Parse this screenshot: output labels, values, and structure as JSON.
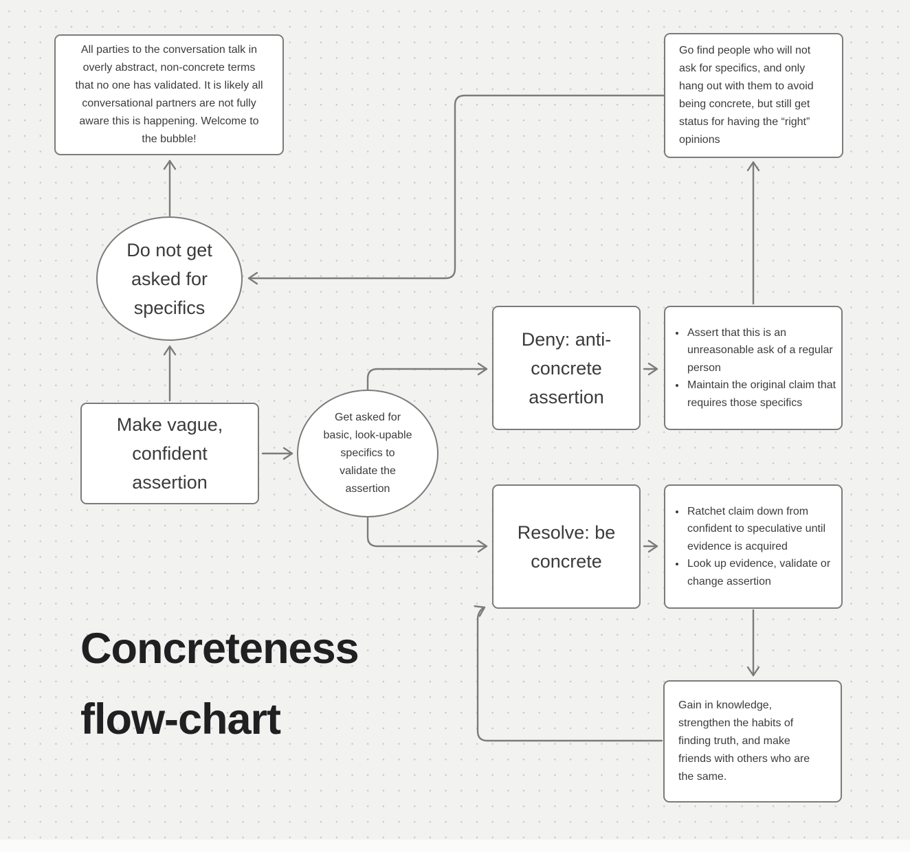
{
  "title": {
    "lines": [
      "Concreteness",
      "flow-chart"
    ]
  },
  "nodes": {
    "bubble": {
      "lines": [
        "All parties to the conversation talk in",
        "overly abstract, non-concrete terms",
        "that no one has validated. It is likely all",
        "conversational partners are not fully",
        "aware this is happening. Welcome to",
        "the bubble!"
      ]
    },
    "go_find": {
      "lines": [
        "Go find people who will not",
        "ask for specifics, and only",
        "hang out with them to avoid",
        "being concrete, but still get",
        "status for having the “right”",
        "opinions"
      ]
    },
    "do_not_get_asked": {
      "lines": [
        "Do not get",
        "asked for",
        "specifics"
      ]
    },
    "make_vague": {
      "lines": [
        "Make vague,",
        "confident",
        "assertion"
      ]
    },
    "get_asked": {
      "lines": [
        "Get asked for",
        "basic, look-upable",
        "specifics to",
        "validate the",
        "assertion"
      ]
    },
    "deny": {
      "lines": [
        "Deny: anti-",
        "concrete",
        "assertion"
      ]
    },
    "deny_actions": {
      "bullets": [
        "Assert that this is an unreasonable ask of a regular person",
        "Maintain the original claim that requires those specifics"
      ]
    },
    "resolve": {
      "lines": [
        "Resolve: be",
        "concrete"
      ]
    },
    "resolve_actions": {
      "bullets": [
        "Ratchet claim down from confident to speculative until evidence is acquired",
        "Look up evidence, validate or change assertion"
      ]
    },
    "gain": {
      "lines": [
        "Gain in knowledge,",
        "strengthen the habits of",
        "finding truth, and make",
        "friends with others who are",
        "the same."
      ]
    }
  },
  "colors": {
    "background": "#f2f2f0",
    "dot": "#c6c6c4",
    "node_fill": "#ffffff",
    "node_border": "#7b7b7b",
    "connector": "#7b7b7b",
    "text": "#3b3b3b",
    "title_text": "#202022"
  }
}
